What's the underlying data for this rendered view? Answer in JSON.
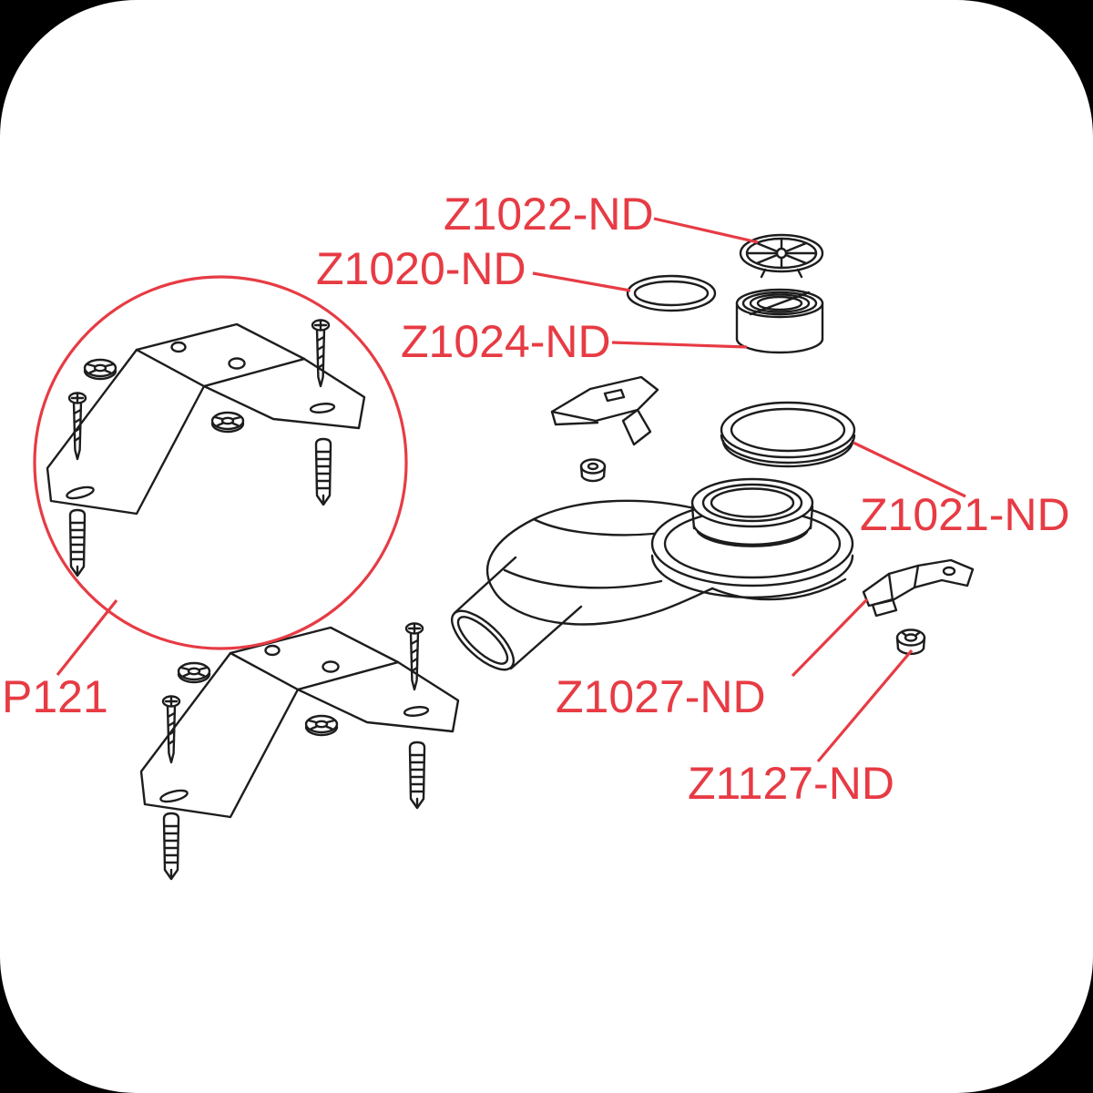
{
  "theme": {
    "background_color": "#000000",
    "canvas_color": "#ffffff",
    "accent_color": "#e73b44",
    "ink_color": "#1d1d1d"
  },
  "diagram": {
    "labels": {
      "p121": "P121",
      "z1022": "Z1022-ND",
      "z1020": "Z1020-ND",
      "z1024": "Z1024-ND",
      "z1021": "Z1021-ND",
      "z1027": "Z1027-ND",
      "z1127": "Z1127-ND"
    }
  }
}
